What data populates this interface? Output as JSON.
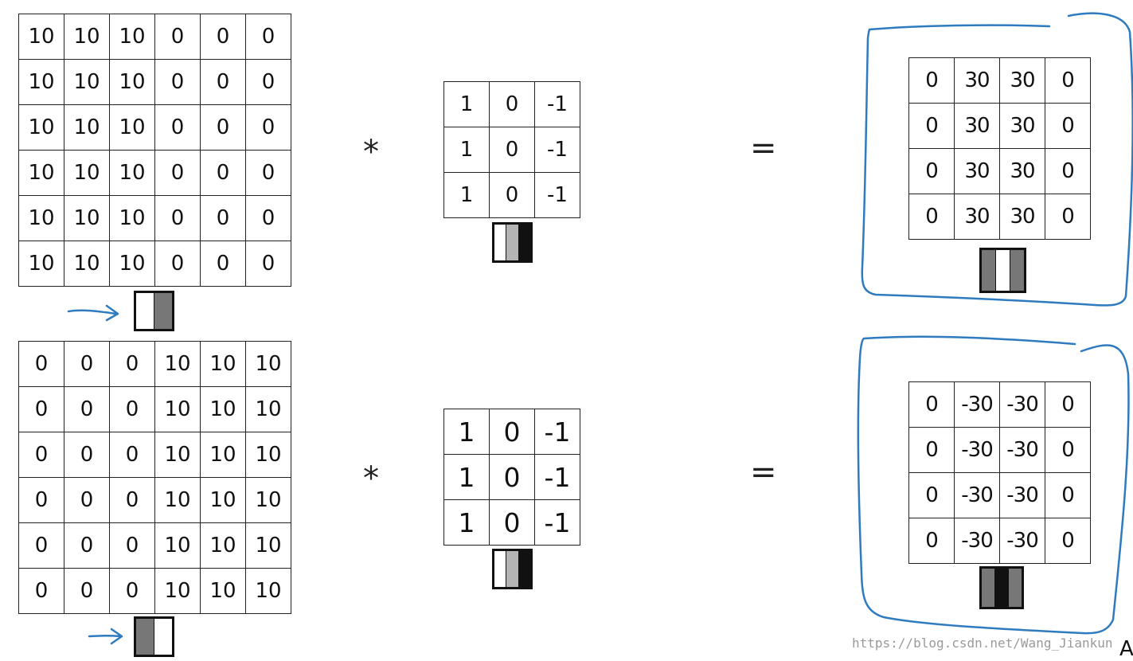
{
  "example_top": {
    "input": [
      [
        "10",
        "10",
        "10",
        "0",
        "0",
        "0"
      ],
      [
        "10",
        "10",
        "10",
        "0",
        "0",
        "0"
      ],
      [
        "10",
        "10",
        "10",
        "0",
        "0",
        "0"
      ],
      [
        "10",
        "10",
        "10",
        "0",
        "0",
        "0"
      ],
      [
        "10",
        "10",
        "10",
        "0",
        "0",
        "0"
      ],
      [
        "10",
        "10",
        "10",
        "0",
        "0",
        "0"
      ]
    ],
    "filter": [
      [
        "1",
        "0",
        "-1"
      ],
      [
        "1",
        "0",
        "-1"
      ],
      [
        "1",
        "0",
        "-1"
      ]
    ],
    "output": [
      [
        "0",
        "30",
        "30",
        "0"
      ],
      [
        "0",
        "30",
        "30",
        "0"
      ],
      [
        "0",
        "30",
        "30",
        "0"
      ],
      [
        "0",
        "30",
        "30",
        "0"
      ]
    ],
    "operator": "*",
    "equals": "=",
    "input_swatch": [
      "#ffffff",
      "#777777"
    ],
    "filter_swatch": [
      "#ffffff",
      "#b4b4b4",
      "#111111"
    ],
    "output_swatch": [
      "#777777",
      "#ffffff",
      "#777777"
    ]
  },
  "example_bottom": {
    "input": [
      [
        "0",
        "0",
        "0",
        "10",
        "10",
        "10"
      ],
      [
        "0",
        "0",
        "0",
        "10",
        "10",
        "10"
      ],
      [
        "0",
        "0",
        "0",
        "10",
        "10",
        "10"
      ],
      [
        "0",
        "0",
        "0",
        "10",
        "10",
        "10"
      ],
      [
        "0",
        "0",
        "0",
        "10",
        "10",
        "10"
      ],
      [
        "0",
        "0",
        "0",
        "10",
        "10",
        "10"
      ]
    ],
    "filter": [
      [
        "1",
        "0",
        "-1"
      ],
      [
        "1",
        "0",
        "-1"
      ],
      [
        "1",
        "0",
        "-1"
      ]
    ],
    "output": [
      [
        "0",
        "-30",
        "-30",
        "0"
      ],
      [
        "0",
        "-30",
        "-30",
        "0"
      ],
      [
        "0",
        "-30",
        "-30",
        "0"
      ],
      [
        "0",
        "-30",
        "-30",
        "0"
      ]
    ],
    "operator": "*",
    "equals": "=",
    "input_swatch": [
      "#777777",
      "#ffffff"
    ],
    "filter_swatch": [
      "#ffffff",
      "#b4b4b4",
      "#111111"
    ],
    "output_swatch": [
      "#777777",
      "#111111",
      "#777777"
    ]
  },
  "annotation_color": "#2f7bbf",
  "watermark": "https://blog.csdn.net/Wang_Jiankun",
  "corner_label": "A"
}
